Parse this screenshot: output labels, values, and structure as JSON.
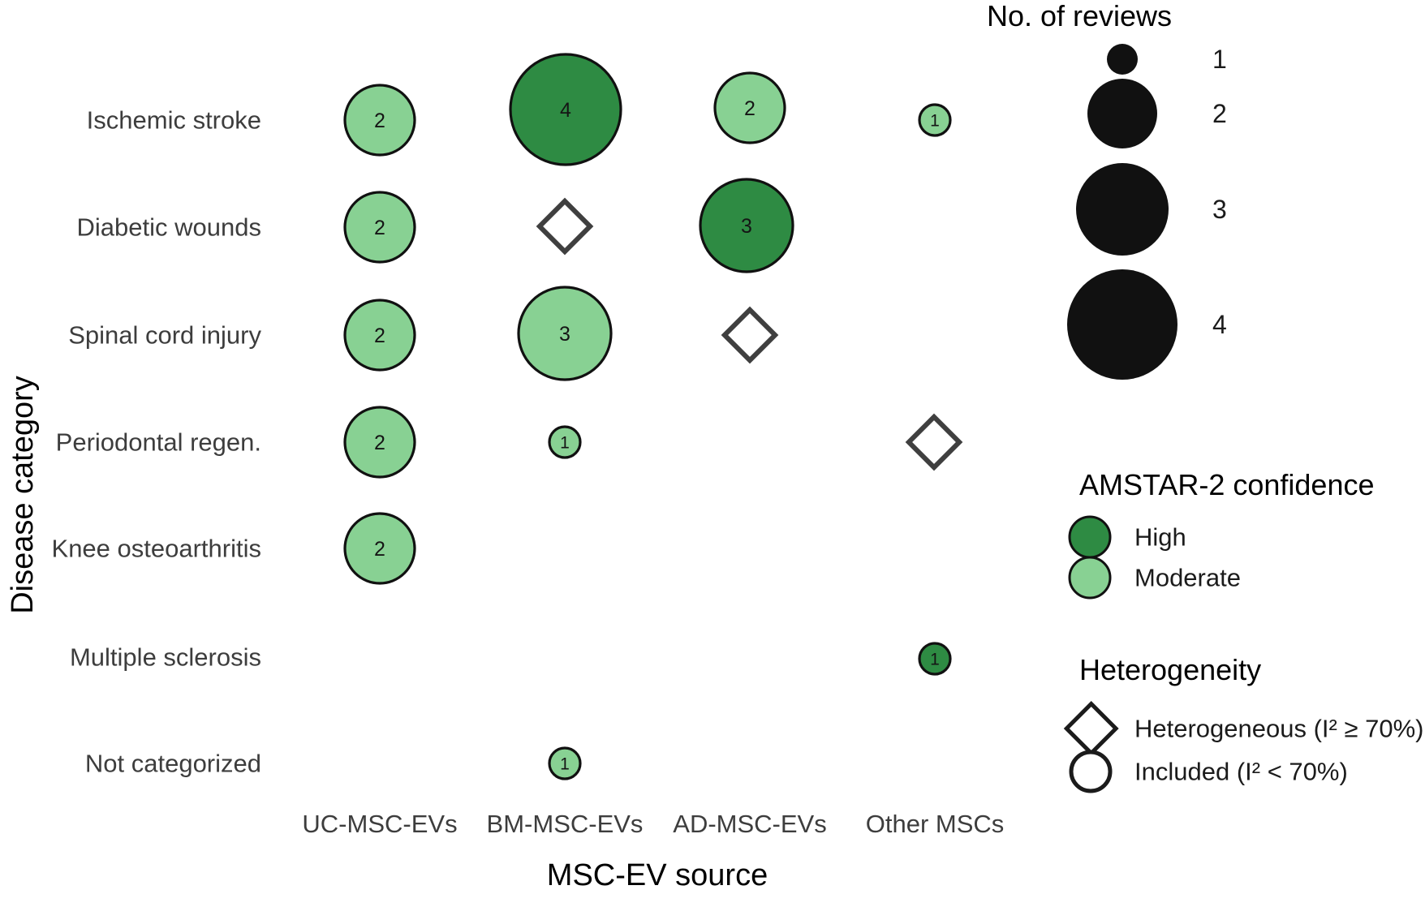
{
  "chart_data": {
    "type": "scatter",
    "title": "",
    "xlabel": "MSC-EV source",
    "ylabel": "Disease category",
    "categories_x": [
      "UC-MSC-EVs",
      "BM-MSC-EVs",
      "AD-MSC-EVs",
      "Other MSCs"
    ],
    "categories_y": [
      "Ischemic stroke",
      "Diabetic wounds",
      "Spinal cord injury",
      "Periodontal regen.",
      "Knee osteoarthritis",
      "Multiple sclerosis",
      "Not categorized"
    ],
    "grid": false,
    "legend_position": "right",
    "points": [
      {
        "x": "UC-MSC-EVs",
        "y": "Ischemic stroke",
        "value": 2,
        "confidence": "Moderate",
        "heterogeneity": "Included",
        "marker": "circle"
      },
      {
        "x": "BM-MSC-EVs",
        "y": "Ischemic stroke",
        "value": 4,
        "confidence": "High",
        "heterogeneity": "Included",
        "marker": "circle"
      },
      {
        "x": "AD-MSC-EVs",
        "y": "Ischemic stroke",
        "value": 2,
        "confidence": "Moderate",
        "heterogeneity": "Included",
        "marker": "circle"
      },
      {
        "x": "Other MSCs",
        "y": "Ischemic stroke",
        "value": 1,
        "confidence": "Moderate",
        "heterogeneity": "Included",
        "marker": "circle"
      },
      {
        "x": "UC-MSC-EVs",
        "y": "Diabetic wounds",
        "value": 2,
        "confidence": "Moderate",
        "heterogeneity": "Included",
        "marker": "circle"
      },
      {
        "x": "BM-MSC-EVs",
        "y": "Diabetic wounds",
        "value": null,
        "confidence": null,
        "heterogeneity": "Heterogeneous",
        "marker": "diamond"
      },
      {
        "x": "AD-MSC-EVs",
        "y": "Diabetic wounds",
        "value": 3,
        "confidence": "High",
        "heterogeneity": "Included",
        "marker": "circle"
      },
      {
        "x": "UC-MSC-EVs",
        "y": "Spinal cord injury",
        "value": 2,
        "confidence": "Moderate",
        "heterogeneity": "Included",
        "marker": "circle"
      },
      {
        "x": "BM-MSC-EVs",
        "y": "Spinal cord injury",
        "value": 3,
        "confidence": "Moderate",
        "heterogeneity": "Included",
        "marker": "circle"
      },
      {
        "x": "AD-MSC-EVs",
        "y": "Spinal cord injury",
        "value": null,
        "confidence": null,
        "heterogeneity": "Heterogeneous",
        "marker": "diamond"
      },
      {
        "x": "UC-MSC-EVs",
        "y": "Periodontal regen.",
        "value": 2,
        "confidence": "Moderate",
        "heterogeneity": "Included",
        "marker": "circle"
      },
      {
        "x": "BM-MSC-EVs",
        "y": "Periodontal regen.",
        "value": 1,
        "confidence": "Moderate",
        "heterogeneity": "Included",
        "marker": "circle"
      },
      {
        "x": "Other MSCs",
        "y": "Periodontal regen.",
        "value": null,
        "confidence": null,
        "heterogeneity": "Heterogeneous",
        "marker": "diamond"
      },
      {
        "x": "UC-MSC-EVs",
        "y": "Knee osteoarthritis",
        "value": 2,
        "confidence": "Moderate",
        "heterogeneity": "Included",
        "marker": "circle"
      },
      {
        "x": "Other MSCs",
        "y": "Multiple sclerosis",
        "value": 1,
        "confidence": "High",
        "heterogeneity": "Included",
        "marker": "circle"
      },
      {
        "x": "BM-MSC-EVs",
        "y": "Not categorized",
        "value": 1,
        "confidence": "Moderate",
        "heterogeneity": "Included",
        "marker": "circle"
      }
    ]
  },
  "axes": {
    "x_title": "MSC-EV source",
    "y_title": "Disease category",
    "x_ticks": [
      "UC-MSC-EVs",
      "BM-MSC-EVs",
      "AD-MSC-EVs",
      "Other MSCs"
    ],
    "y_ticks": [
      "Ischemic stroke",
      "Diabetic wounds",
      "Spinal cord injury",
      "Periodontal regen.",
      "Knee osteoarthritis",
      "Multiple sclerosis",
      "Not categorized"
    ]
  },
  "legends": {
    "size": {
      "title": "No. of reviews",
      "items": [
        {
          "label": "1",
          "value": 1
        },
        {
          "label": "2",
          "value": 2
        },
        {
          "label": "3",
          "value": 3
        },
        {
          "label": "4",
          "value": 4
        }
      ],
      "swatch_color": "#111111"
    },
    "confidence": {
      "title": "AMSTAR-2 confidence",
      "items": [
        {
          "label": "High",
          "color": "#2e8b43"
        },
        {
          "label": "Moderate",
          "color": "#88d193"
        }
      ]
    },
    "heterogeneity": {
      "title": "Heterogeneity",
      "items": [
        {
          "label": "Heterogeneous (I² ≥ 70%)",
          "shape": "diamond"
        },
        {
          "label": "Included (I² < 70%)",
          "shape": "circle"
        }
      ]
    }
  },
  "colors": {
    "high": "#2e8b43",
    "moderate": "#88d193",
    "outline": "#111111",
    "diamond_stroke": "#3f3f3f",
    "text": "#3d3d3d",
    "background": "#ffffff"
  }
}
